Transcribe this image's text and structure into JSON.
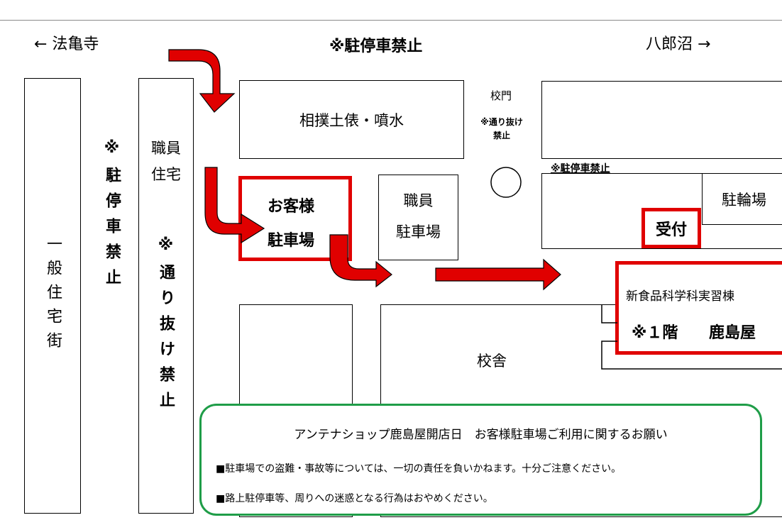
{
  "top": {
    "left_direction": "← 法亀寺",
    "center_notice": "※駐停車禁止",
    "right_direction": "八郎沼 →"
  },
  "areas": {
    "residential": "一般住宅街",
    "no_parking_vertical": "※駐停車禁止",
    "staff_housing": "職員住宅",
    "no_through_vertical": "※通り抜け禁止",
    "sumo": "相撲土俵・噴水",
    "gate": "校門",
    "gate_notice_1": "※通り抜け",
    "gate_notice_2": "禁止",
    "no_parking_right": "※駐停車禁止",
    "bicycle": "駐輪場",
    "reception": "受付",
    "guest_parking_1": "お客様",
    "guest_parking_2": "駐車場",
    "staff_parking_1": "職員",
    "staff_parking_2": "駐車場",
    "new_building": "新食品科学科実習棟",
    "store_floor": "※１階",
    "store_name": "鹿島屋",
    "school": "校舎"
  },
  "notice": {
    "title": "アンテナショップ鹿島屋開店日　お客様駐車場ご利用に関するお願い",
    "line1": "■駐車場での盗難・事故等については、一切の責任を負いかねます。十分ご注意ください。",
    "line2": "■路上駐停車等、周りへの迷惑となる行為はおやめください。"
  },
  "colors": {
    "arrow": "#e00000",
    "highlight_border": "#e00000",
    "notice_border": "#1f9d48"
  }
}
